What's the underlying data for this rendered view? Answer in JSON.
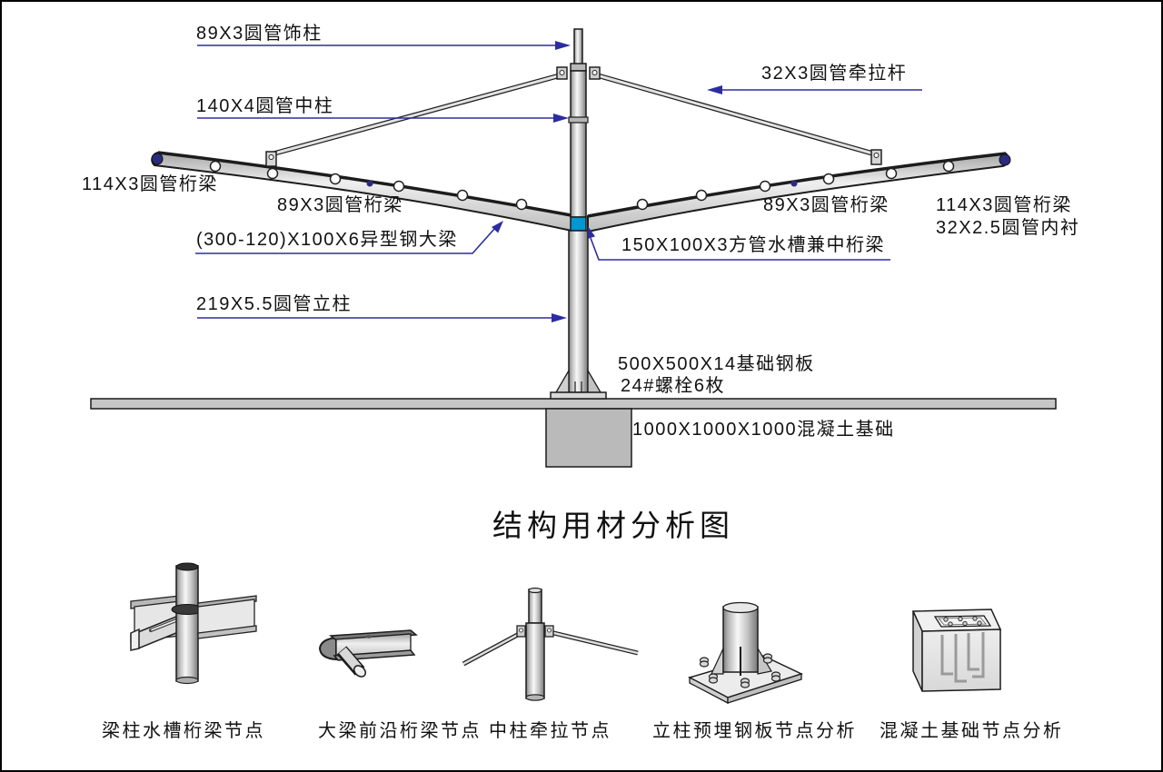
{
  "diagram": {
    "labels": {
      "deco_column": "89X3圆管饰柱",
      "center_column": "140X4圆管中柱",
      "tension_rod": "32X3圆管牵拉杆",
      "truss_114_left": "114X3圆管桁梁",
      "truss_89_left": "89X3圆管桁梁",
      "main_beam": "(300-120)X100X6异型钢大梁",
      "truss_89_right": "89X3圆管桁梁",
      "truss_114_right": "114X3圆管桁梁",
      "liner_32": "32X2.5圆管内衬",
      "gutter": "150X100X3方管水槽兼中桁梁",
      "column": "219X5.5圆管立柱",
      "base_plate": "500X500X14基础钢板",
      "bolts": "24#螺栓6枚",
      "foundation": "1000X1000X1000混凝土基础"
    }
  },
  "section": {
    "title": "结构用材分析图",
    "details": [
      {
        "label": "梁柱水槽桁梁节点"
      },
      {
        "label": "大梁前沿桁梁节点"
      },
      {
        "label": "中柱牵拉节点"
      },
      {
        "label": "立柱预埋钢板节点分析"
      },
      {
        "label": "混凝土基础节点分析"
      }
    ]
  },
  "colors": {
    "callout_blue": "#2d2da0",
    "gutter_blue": "#0098d4",
    "navy_dot": "#2b2b7e",
    "metal_light": "#f5f5f5",
    "ground_gray": "#c6c6c6",
    "concrete_gray": "#bababa"
  }
}
